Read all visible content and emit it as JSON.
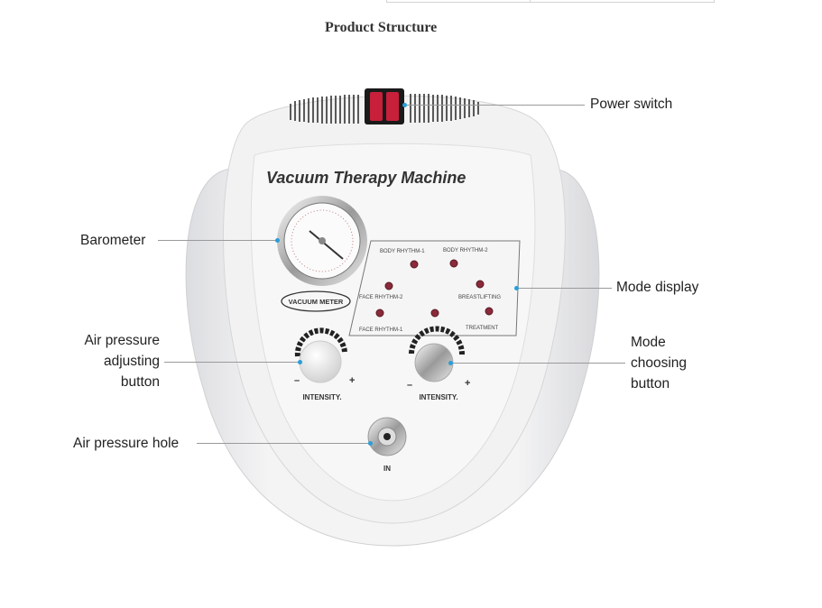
{
  "page": {
    "title": "Product Structure"
  },
  "device": {
    "name": "Vacuum Therapy Machine",
    "meter_label": "VACUUM METER",
    "modes": [
      "BODY RHYTHM-1",
      "BODY RHYTHM-2",
      "FACE RHYTHM-2",
      "BREASTLIFTING",
      "FACE RHYTHM-1",
      "TREATMENT"
    ],
    "knob_label": "INTENSITY.",
    "minus": "–",
    "plus": "+",
    "inlet_label": "IN"
  },
  "callouts": {
    "power_switch": "Power switch",
    "barometer": "Barometer",
    "mode_display": "Mode display",
    "air_pressure_adjusting": [
      "Air pressure",
      "adjusting",
      "button"
    ],
    "mode_choosing": [
      "Mode",
      "choosing",
      "button"
    ],
    "air_pressure_hole": "Air pressure hole"
  },
  "colors": {
    "accent_dot": "#2a9ed8",
    "led": "#8a2a3a",
    "switch": "#c8203a"
  }
}
